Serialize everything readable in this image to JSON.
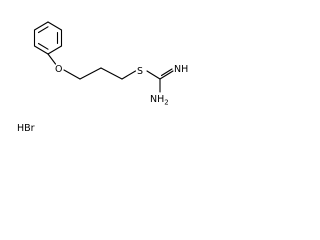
{
  "molecule": {
    "atoms": {
      "oxygen": "O",
      "sulfur": "S",
      "imine_nitrogen": "NH",
      "amine_nitrogen": "NH",
      "amine_subscript": "2"
    },
    "salt": "HBr"
  }
}
